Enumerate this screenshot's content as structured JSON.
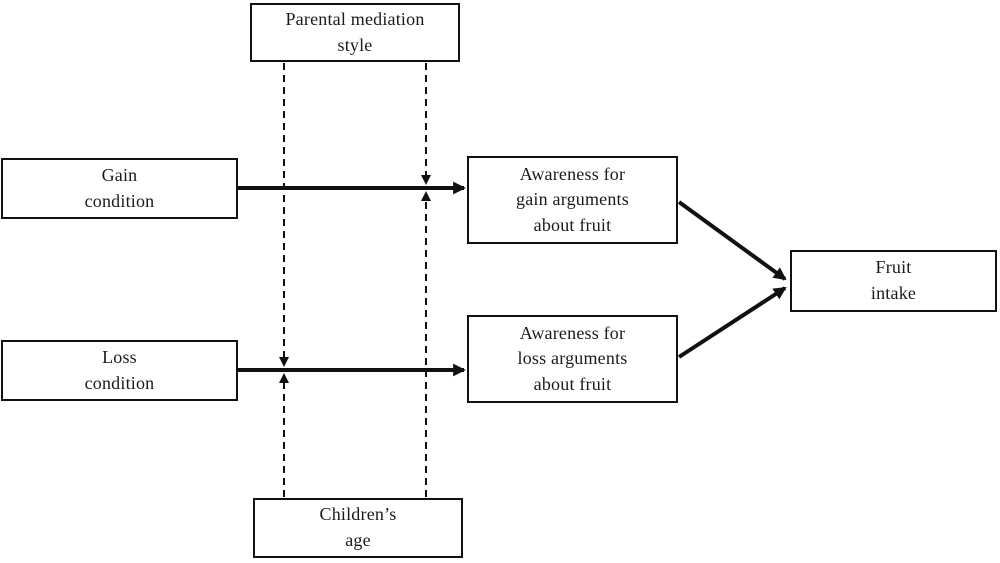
{
  "diagram": {
    "background": "#ffffff",
    "line_color": "#111111",
    "text_color": "#1a1a1a",
    "nodes": {
      "parental_mediation": {
        "label": "Parental mediation\nstyle"
      },
      "gain_condition": {
        "label": "Gain\ncondition"
      },
      "loss_condition": {
        "label": "Loss\ncondition"
      },
      "awareness_gain": {
        "label": "Awareness for\ngain arguments\nabout fruit"
      },
      "awareness_loss": {
        "label": "Awareness for\nloss arguments\nabout fruit"
      },
      "fruit_intake": {
        "label": "Fruit\nintake"
      },
      "childrens_age": {
        "label": "Children’s\nage"
      }
    },
    "edges": [
      {
        "from": "gain_condition",
        "to": "awareness_gain",
        "style": "solid-arrow"
      },
      {
        "from": "loss_condition",
        "to": "awareness_loss",
        "style": "solid-arrow"
      },
      {
        "from": "awareness_gain",
        "to": "fruit_intake",
        "style": "solid-arrow"
      },
      {
        "from": "awareness_loss",
        "to": "fruit_intake",
        "style": "solid-arrow"
      },
      {
        "from": "parental_mediation",
        "to": "path gain_condition→awareness_gain",
        "style": "dashed-moderation-arrow"
      },
      {
        "from": "childrens_age",
        "to": "path gain_condition→awareness_gain",
        "style": "dashed-moderation-arrow"
      },
      {
        "from": "parental_mediation",
        "to": "path loss_condition→awareness_loss",
        "style": "dashed-moderation-arrow"
      },
      {
        "from": "childrens_age",
        "to": "path loss_condition→awareness_loss",
        "style": "dashed-moderation-arrow"
      }
    ]
  }
}
